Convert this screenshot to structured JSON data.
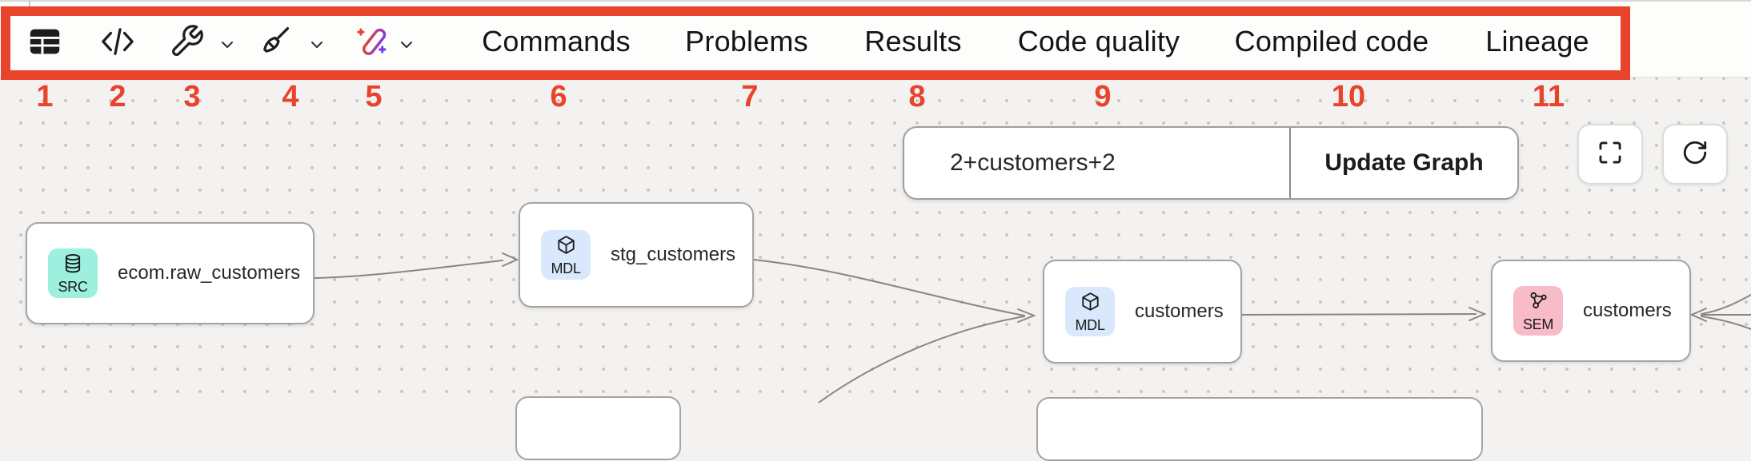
{
  "toolbar": {
    "icons": [
      {
        "name": "table-icon",
        "has_dropdown": false,
        "annotation": "1"
      },
      {
        "name": "code-icon",
        "has_dropdown": false,
        "annotation": "2"
      },
      {
        "name": "wrench-icon",
        "has_dropdown": true,
        "annotation": "3"
      },
      {
        "name": "broom-icon",
        "has_dropdown": true,
        "annotation": "4"
      },
      {
        "name": "magic-wand-icon",
        "has_dropdown": true,
        "annotation": "5"
      }
    ],
    "tabs": [
      "Commands",
      "Problems",
      "Results",
      "Code quality",
      "Compiled code",
      "Lineage"
    ]
  },
  "annotations": {
    "numbers": [
      "1",
      "2",
      "3",
      "4",
      "5",
      "6",
      "7",
      "8",
      "9",
      "10",
      "11"
    ],
    "highlight_color": "#e8432b"
  },
  "graph": {
    "controls": {
      "filter_input_value": "2+customers+2",
      "update_button_label": "Update Graph",
      "buttons": [
        "fullscreen-icon",
        "refresh-icon"
      ]
    },
    "nodes": [
      {
        "type": "SRC",
        "label": "ecom.raw_customers",
        "icon": "database-icon",
        "badge_color": "#9ef0de"
      },
      {
        "type": "MDL",
        "label": "stg_customers",
        "icon": "cube-icon",
        "badge_color": "#d9e8fc"
      },
      {
        "type": "MDL",
        "label": "customers",
        "icon": "cube-icon",
        "badge_color": "#d9e8fc"
      },
      {
        "type": "SEM",
        "label": "customers",
        "icon": "semantic-network-icon",
        "badge_color": "#f8bbc8"
      }
    ],
    "partial_nodes_at_bottom": 2
  },
  "colors": {
    "annotation_red": "#e8432b",
    "toolbar_bg": "#fdfdfc",
    "graph_bg": "#f3f2f0",
    "edge": "#8b8580",
    "node_border": "#a7a3a0"
  }
}
